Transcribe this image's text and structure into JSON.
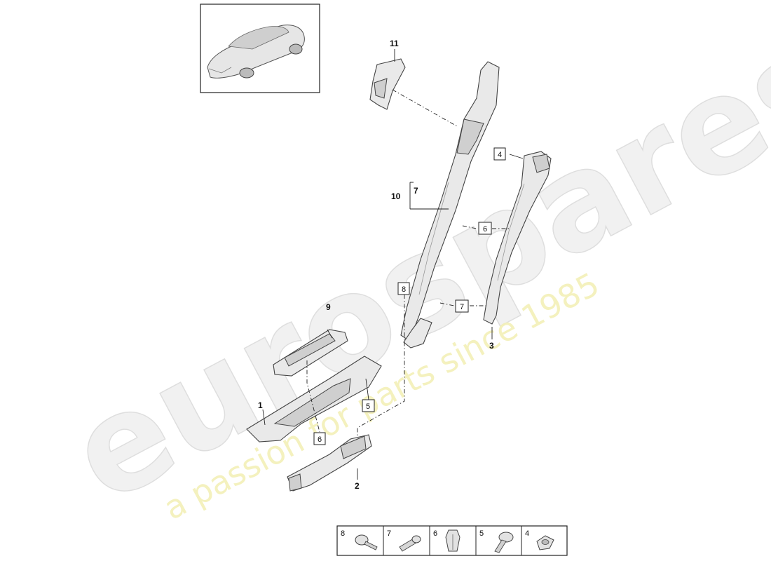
{
  "watermark": {
    "brand": "eurospares",
    "tagline": "a passion for parts since 1985"
  },
  "callouts": {
    "p1": "1",
    "p2": "2",
    "p3": "3",
    "p9": "9",
    "p10": "10",
    "p10_sub": "7",
    "p11": "11"
  },
  "boxed_refs": {
    "b4": "4",
    "b5": "5",
    "b6_center": "6",
    "b6_bottom": "6",
    "b7": "7",
    "b8": "8"
  },
  "legend": {
    "items": [
      {
        "num": "8",
        "icon": "round-head-screw-icon"
      },
      {
        "num": "7",
        "icon": "pan-head-screw-icon"
      },
      {
        "num": "6",
        "icon": "expanding-clip-icon"
      },
      {
        "num": "5",
        "icon": "countersunk-screw-icon"
      },
      {
        "num": "4",
        "icon": "square-nut-icon"
      }
    ]
  }
}
